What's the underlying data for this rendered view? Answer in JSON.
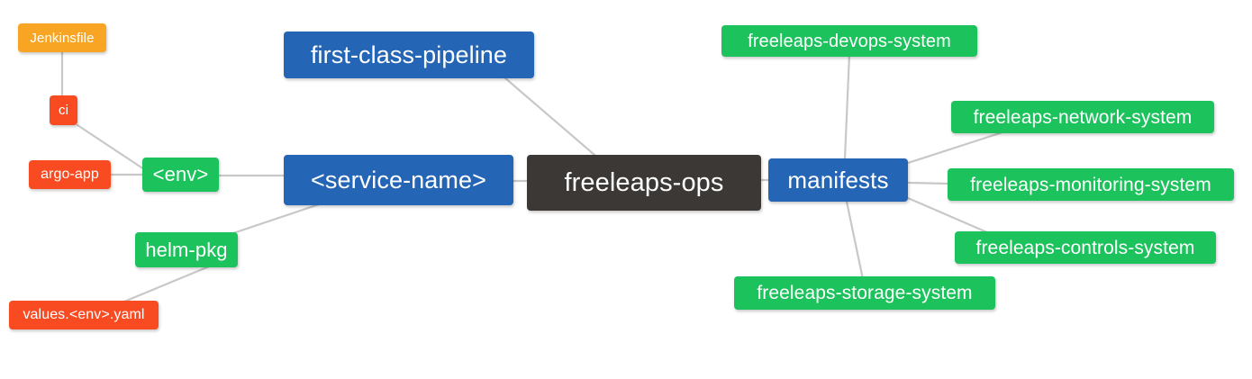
{
  "diagram": {
    "type": "mindmap",
    "title": "freeleaps-ops",
    "background": "#ffffff",
    "edge_color": "#c8c8c8"
  },
  "colors": {
    "root": "#3b3835",
    "blue": "#2465b5",
    "green": "#1cc25c",
    "orange": "#f9a524",
    "red": "#f84b22",
    "text": "#ffffff",
    "edge": "#c8c8c8"
  },
  "nodes": {
    "root": {
      "label": "freeleaps-ops",
      "color": "root"
    },
    "first_class_pipeline": {
      "label": "first-class-pipeline",
      "color": "blue"
    },
    "service_name": {
      "label": "<service-name>",
      "color": "blue"
    },
    "manifests": {
      "label": "manifests",
      "color": "blue"
    },
    "env": {
      "label": "<env>",
      "color": "green"
    },
    "helm_pkg": {
      "label": "helm-pkg",
      "color": "green"
    },
    "jenkinsfile": {
      "label": "Jenkinsfile",
      "color": "orange"
    },
    "ci": {
      "label": "ci",
      "color": "red"
    },
    "argo_app": {
      "label": "argo-app",
      "color": "red"
    },
    "values_yaml": {
      "label": "values.<env>.yaml",
      "color": "red"
    },
    "devops_system": {
      "label": "freeleaps-devops-system",
      "color": "green"
    },
    "network_system": {
      "label": "freeleaps-network-system",
      "color": "green"
    },
    "monitoring_system": {
      "label": "freeleaps-monitoring-system",
      "color": "green"
    },
    "controls_system": {
      "label": "freeleaps-controls-system",
      "color": "green"
    },
    "storage_system": {
      "label": "freeleaps-storage-system",
      "color": "green"
    }
  },
  "edges": [
    {
      "from": "first_class_pipeline",
      "to": "root"
    },
    {
      "from": "service_name",
      "to": "root"
    },
    {
      "from": "root",
      "to": "manifests"
    },
    {
      "from": "env",
      "to": "service_name"
    },
    {
      "from": "helm_pkg",
      "to": "service_name"
    },
    {
      "from": "jenkinsfile",
      "to": "ci"
    },
    {
      "from": "ci",
      "to": "env"
    },
    {
      "from": "argo_app",
      "to": "env"
    },
    {
      "from": "values_yaml",
      "to": "helm_pkg"
    },
    {
      "from": "manifests",
      "to": "devops_system"
    },
    {
      "from": "manifests",
      "to": "network_system"
    },
    {
      "from": "manifests",
      "to": "monitoring_system"
    },
    {
      "from": "manifests",
      "to": "controls_system"
    },
    {
      "from": "manifests",
      "to": "storage_system"
    }
  ]
}
